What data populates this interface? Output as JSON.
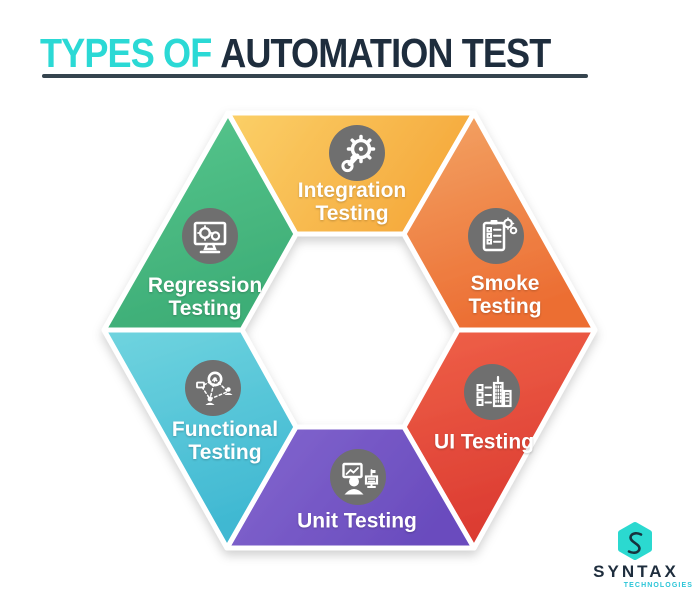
{
  "title": {
    "highlight": "TYPES OF",
    "rest": "AUTOMATION TEST",
    "highlight_color": "#2BD9D5",
    "rest_color": "#1E2D3D",
    "underline_color": "#24343F"
  },
  "segments": [
    {
      "name": "integration-testing",
      "line1": "Integration",
      "line2": "Testing",
      "icon": "gear-wrench-icon",
      "color_from": "#FBD068",
      "color_to": "#F5A93C"
    },
    {
      "name": "smoke-testing",
      "line1": "Smoke",
      "line2": "Testing",
      "icon": "checklist-gears-icon",
      "color_from": "#F3A566",
      "color_to": "#EC6E33"
    },
    {
      "name": "ui-testing",
      "line1": "UI Testing",
      "line2": "",
      "icon": "checklist-building-icon",
      "color_from": "#EF6148",
      "color_to": "#DB3A31"
    },
    {
      "name": "unit-testing",
      "line1": "Unit Testing",
      "line2": "",
      "icon": "person-computer-icon",
      "color_from": "#8467CF",
      "color_to": "#6A4CBE"
    },
    {
      "name": "functional-testing",
      "line1": "Functional",
      "line2": "Testing",
      "icon": "network-nodes-icon",
      "color_from": "#70D4DF",
      "color_to": "#3FB8D2"
    },
    {
      "name": "regression-testing",
      "line1": "Regression",
      "line2": "Testing",
      "icon": "monitor-gears-icon",
      "color_from": "#58C78E",
      "color_to": "#3EAE77"
    }
  ],
  "icon_circle_color": "#6F6F6F",
  "logo": {
    "name": "SYNTAX",
    "tagline": "TECHNOLOGIES",
    "hex_color": "#2BD9D0",
    "glyph_color": "#17323E",
    "text_color": "#1E2D3D",
    "tagline_color": "#2BC5D8"
  }
}
